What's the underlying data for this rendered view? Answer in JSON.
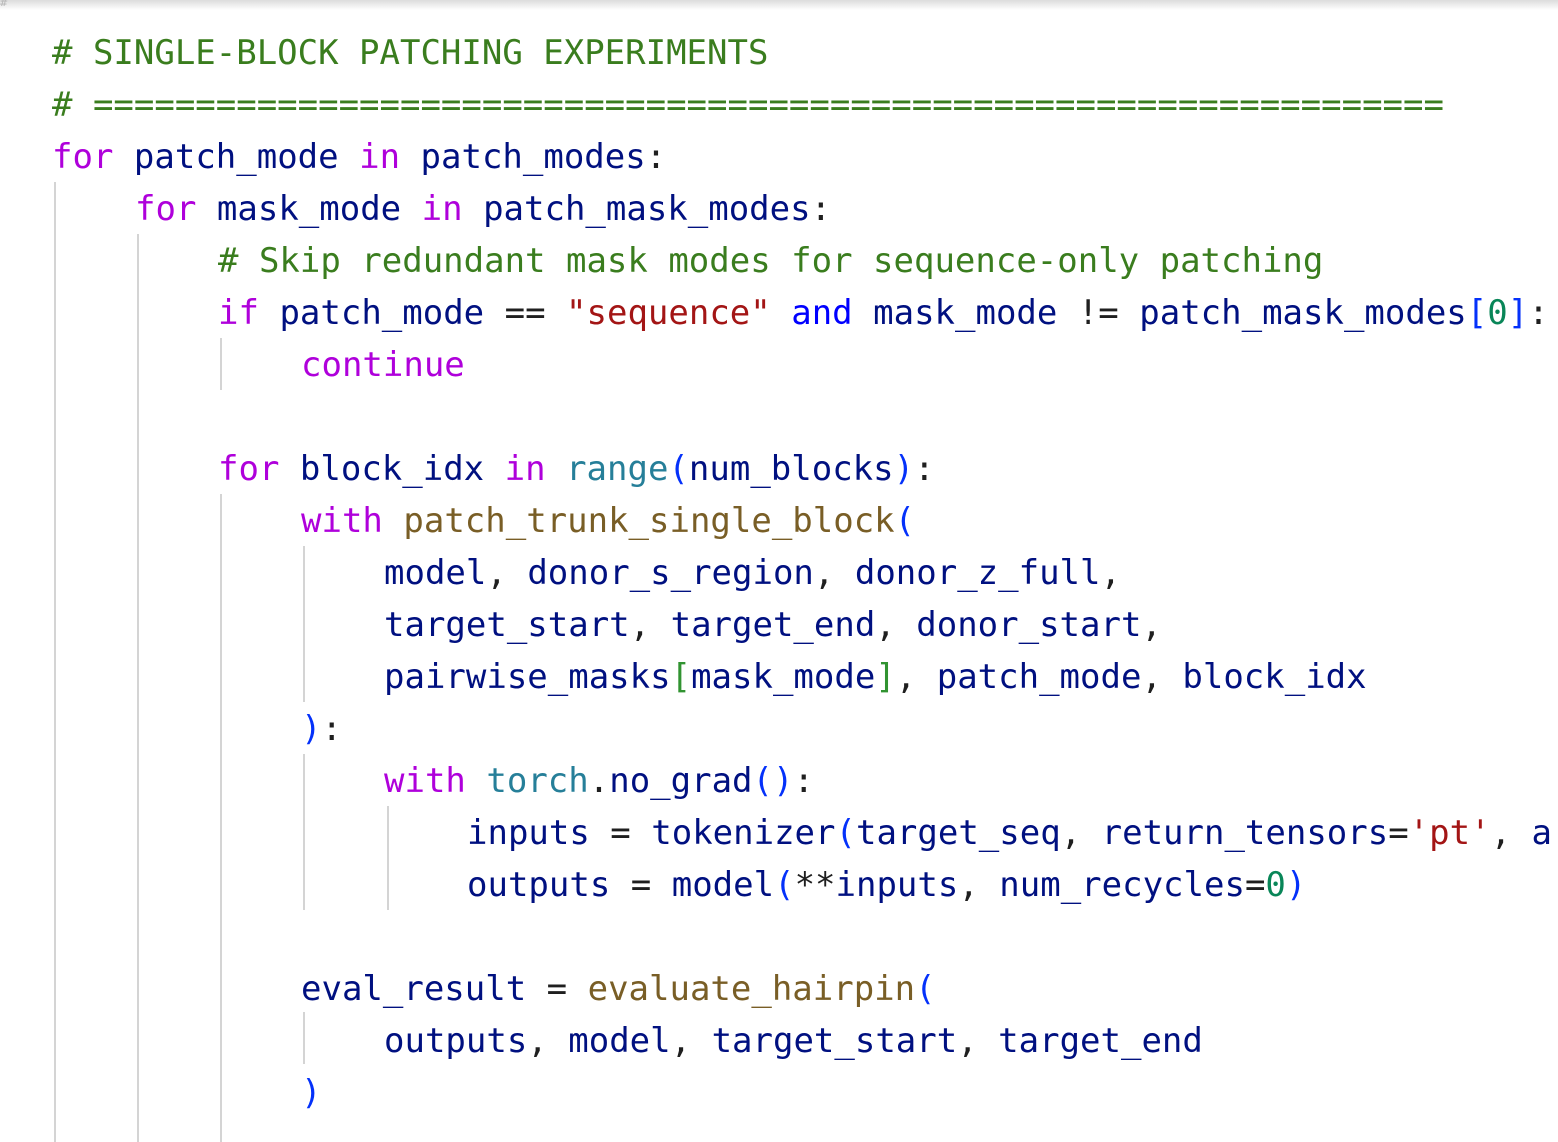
{
  "editor": {
    "top_fragment": "#",
    "lines": [
      {
        "indent": 0,
        "tokens": [
          {
            "t": "# SINGLE-BLOCK PATCHING EXPERIMENTS",
            "k": "comment"
          }
        ]
      },
      {
        "indent": 0,
        "tokens": [
          {
            "t": "# ==================================================================",
            "k": "comment"
          }
        ]
      },
      {
        "indent": 0,
        "tokens": [
          {
            "t": "for",
            "k": "keyword"
          },
          {
            "t": " ",
            "k": "text"
          },
          {
            "t": "patch_mode",
            "k": "ident"
          },
          {
            "t": " ",
            "k": "text"
          },
          {
            "t": "in",
            "k": "keyword"
          },
          {
            "t": " ",
            "k": "text"
          },
          {
            "t": "patch_modes",
            "k": "ident"
          },
          {
            "t": ":",
            "k": "text"
          }
        ]
      },
      {
        "indent": 1,
        "tokens": [
          {
            "t": "for",
            "k": "keyword"
          },
          {
            "t": " ",
            "k": "text"
          },
          {
            "t": "mask_mode",
            "k": "ident"
          },
          {
            "t": " ",
            "k": "text"
          },
          {
            "t": "in",
            "k": "keyword"
          },
          {
            "t": " ",
            "k": "text"
          },
          {
            "t": "patch_mask_modes",
            "k": "ident"
          },
          {
            "t": ":",
            "k": "text"
          }
        ]
      },
      {
        "indent": 2,
        "tokens": [
          {
            "t": "# Skip redundant mask modes for sequence-only patching",
            "k": "comment"
          }
        ]
      },
      {
        "indent": 2,
        "tokens": [
          {
            "t": "if",
            "k": "keyword"
          },
          {
            "t": " ",
            "k": "text"
          },
          {
            "t": "patch_mode",
            "k": "ident"
          },
          {
            "t": " == ",
            "k": "text"
          },
          {
            "t": "\"sequence\"",
            "k": "string"
          },
          {
            "t": " ",
            "k": "text"
          },
          {
            "t": "and",
            "k": "logic"
          },
          {
            "t": " ",
            "k": "text"
          },
          {
            "t": "mask_mode",
            "k": "ident"
          },
          {
            "t": " != ",
            "k": "text"
          },
          {
            "t": "patch_mask_modes",
            "k": "ident"
          },
          {
            "t": "[",
            "k": "bracket1"
          },
          {
            "t": "0",
            "k": "number"
          },
          {
            "t": "]",
            "k": "bracket1"
          },
          {
            "t": ":",
            "k": "text"
          }
        ]
      },
      {
        "indent": 3,
        "tokens": [
          {
            "t": "continue",
            "k": "keyword"
          }
        ]
      },
      {
        "indent": 0,
        "tokens": []
      },
      {
        "indent": 2,
        "tokens": [
          {
            "t": "for",
            "k": "keyword"
          },
          {
            "t": " ",
            "k": "text"
          },
          {
            "t": "block_idx",
            "k": "ident"
          },
          {
            "t": " ",
            "k": "text"
          },
          {
            "t": "in",
            "k": "keyword"
          },
          {
            "t": " ",
            "k": "text"
          },
          {
            "t": "range",
            "k": "builtin"
          },
          {
            "t": "(",
            "k": "bracket1"
          },
          {
            "t": "num_blocks",
            "k": "ident"
          },
          {
            "t": ")",
            "k": "bracket1"
          },
          {
            "t": ":",
            "k": "text"
          }
        ]
      },
      {
        "indent": 3,
        "tokens": [
          {
            "t": "with",
            "k": "keyword"
          },
          {
            "t": " ",
            "k": "text"
          },
          {
            "t": "patch_trunk_single_block",
            "k": "func"
          },
          {
            "t": "(",
            "k": "bracket1"
          }
        ]
      },
      {
        "indent": 4,
        "tokens": [
          {
            "t": "model",
            "k": "ident"
          },
          {
            "t": ", ",
            "k": "text"
          },
          {
            "t": "donor_s_region",
            "k": "ident"
          },
          {
            "t": ", ",
            "k": "text"
          },
          {
            "t": "donor_z_full",
            "k": "ident"
          },
          {
            "t": ",",
            "k": "text"
          }
        ]
      },
      {
        "indent": 4,
        "tokens": [
          {
            "t": "target_start",
            "k": "ident"
          },
          {
            "t": ", ",
            "k": "text"
          },
          {
            "t": "target_end",
            "k": "ident"
          },
          {
            "t": ", ",
            "k": "text"
          },
          {
            "t": "donor_start",
            "k": "ident"
          },
          {
            "t": ",",
            "k": "text"
          }
        ]
      },
      {
        "indent": 4,
        "tokens": [
          {
            "t": "pairwise_masks",
            "k": "ident"
          },
          {
            "t": "[",
            "k": "bracket2"
          },
          {
            "t": "mask_mode",
            "k": "ident"
          },
          {
            "t": "]",
            "k": "bracket2"
          },
          {
            "t": ", ",
            "k": "text"
          },
          {
            "t": "patch_mode",
            "k": "ident"
          },
          {
            "t": ", ",
            "k": "text"
          },
          {
            "t": "block_idx",
            "k": "ident"
          }
        ]
      },
      {
        "indent": 3,
        "tokens": [
          {
            "t": ")",
            "k": "bracket1"
          },
          {
            "t": ":",
            "k": "text"
          }
        ]
      },
      {
        "indent": 4,
        "tokens": [
          {
            "t": "with",
            "k": "keyword"
          },
          {
            "t": " ",
            "k": "text"
          },
          {
            "t": "torch",
            "k": "builtin"
          },
          {
            "t": ".",
            "k": "text"
          },
          {
            "t": "no_grad",
            "k": "ident"
          },
          {
            "t": "()",
            "k": "bracket1"
          },
          {
            "t": ":",
            "k": "text"
          }
        ]
      },
      {
        "indent": 5,
        "tokens": [
          {
            "t": "inputs",
            "k": "ident"
          },
          {
            "t": " = ",
            "k": "text"
          },
          {
            "t": "tokenizer",
            "k": "ident"
          },
          {
            "t": "(",
            "k": "bracket1"
          },
          {
            "t": "target_seq",
            "k": "ident"
          },
          {
            "t": ", ",
            "k": "text"
          },
          {
            "t": "return_tensors",
            "k": "ident"
          },
          {
            "t": "=",
            "k": "text"
          },
          {
            "t": "'pt'",
            "k": "string"
          },
          {
            "t": ", ",
            "k": "text"
          },
          {
            "t": "a",
            "k": "ident"
          }
        ]
      },
      {
        "indent": 5,
        "tokens": [
          {
            "t": "outputs",
            "k": "ident"
          },
          {
            "t": " = ",
            "k": "text"
          },
          {
            "t": "model",
            "k": "ident"
          },
          {
            "t": "(",
            "k": "bracket1"
          },
          {
            "t": "**",
            "k": "text"
          },
          {
            "t": "inputs",
            "k": "ident"
          },
          {
            "t": ", ",
            "k": "text"
          },
          {
            "t": "num_recycles",
            "k": "ident"
          },
          {
            "t": "=",
            "k": "text"
          },
          {
            "t": "0",
            "k": "number"
          },
          {
            "t": ")",
            "k": "bracket1"
          }
        ]
      },
      {
        "indent": 0,
        "tokens": []
      },
      {
        "indent": 3,
        "tokens": [
          {
            "t": "eval_result",
            "k": "ident"
          },
          {
            "t": " = ",
            "k": "text"
          },
          {
            "t": "evaluate_hairpin",
            "k": "func"
          },
          {
            "t": "(",
            "k": "bracket1"
          }
        ]
      },
      {
        "indent": 4,
        "tokens": [
          {
            "t": "outputs",
            "k": "ident"
          },
          {
            "t": ", ",
            "k": "text"
          },
          {
            "t": "model",
            "k": "ident"
          },
          {
            "t": ", ",
            "k": "text"
          },
          {
            "t": "target_start",
            "k": "ident"
          },
          {
            "t": ", ",
            "k": "text"
          },
          {
            "t": "target_end",
            "k": "ident"
          }
        ]
      },
      {
        "indent": 3,
        "tokens": [
          {
            "t": ")",
            "k": "bracket1"
          }
        ]
      }
    ]
  }
}
